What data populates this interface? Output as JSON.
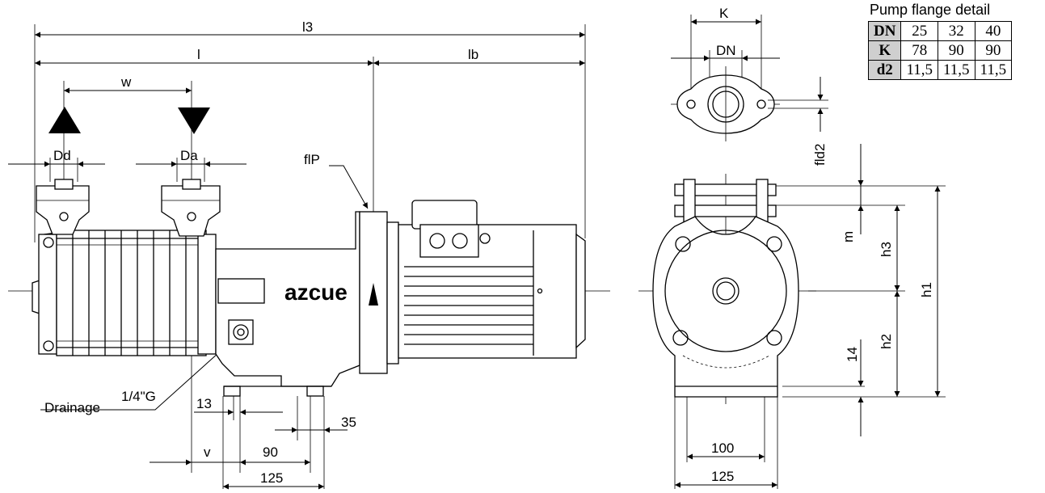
{
  "brand": "azcue",
  "labels": {
    "l3": "l3",
    "l": "l",
    "lb": "lb",
    "w": "w",
    "Dd": "Dd",
    "Da": "Da",
    "flP": "flP",
    "drainage": "Drainage",
    "thread": "1/4\"G",
    "dim_13": "13",
    "dim_35": "35",
    "v": "v",
    "dim_90": "90",
    "dim_125_left": "125",
    "K": "K",
    "DN": "DN",
    "fld2": "fld2",
    "m": "m",
    "h3": "h3",
    "h1": "h1",
    "h2": "h2",
    "dim_14": "14",
    "dim_100": "100",
    "dim_125_right": "125"
  },
  "flange_table": {
    "caption": "Pump flange detail",
    "rows": [
      {
        "label": "DN",
        "values": [
          "25",
          "32",
          "40"
        ]
      },
      {
        "label": "K",
        "values": [
          "78",
          "90",
          "90"
        ]
      },
      {
        "label": "d2",
        "values": [
          "11,5",
          "11,5",
          "11,5"
        ]
      }
    ]
  }
}
